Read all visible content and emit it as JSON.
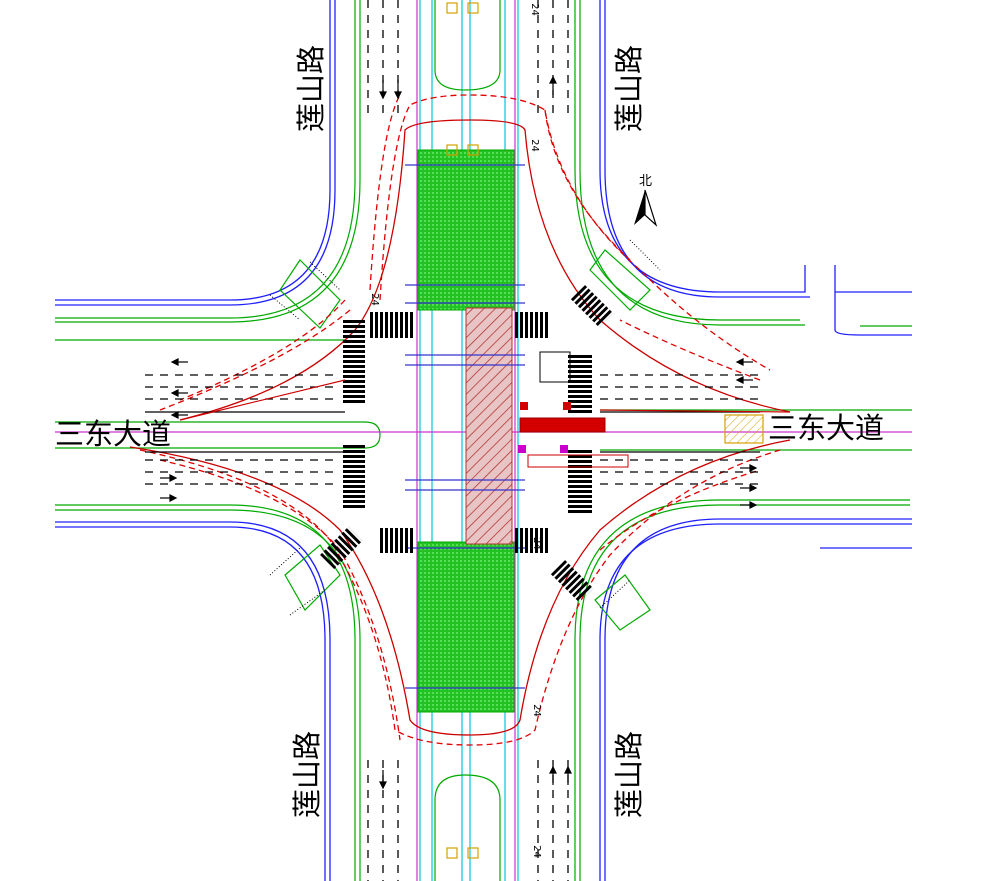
{
  "labels": {
    "road_ns": "莲山路",
    "road_ew": "三东大道",
    "north": "北",
    "lane_marks": [
      "24",
      "24",
      "24",
      "24",
      "24",
      "24"
    ]
  },
  "colors": {
    "background": "#ffffff",
    "platform_green": "#33cc33",
    "crossing_hatch": "#cc6666",
    "curb_blue": "#1a1aff",
    "edge_green": "#00b300",
    "red_line": "#e00000",
    "cyan_line": "#00c8d8",
    "magenta_line": "#cc33cc",
    "marking_black": "#000000"
  }
}
